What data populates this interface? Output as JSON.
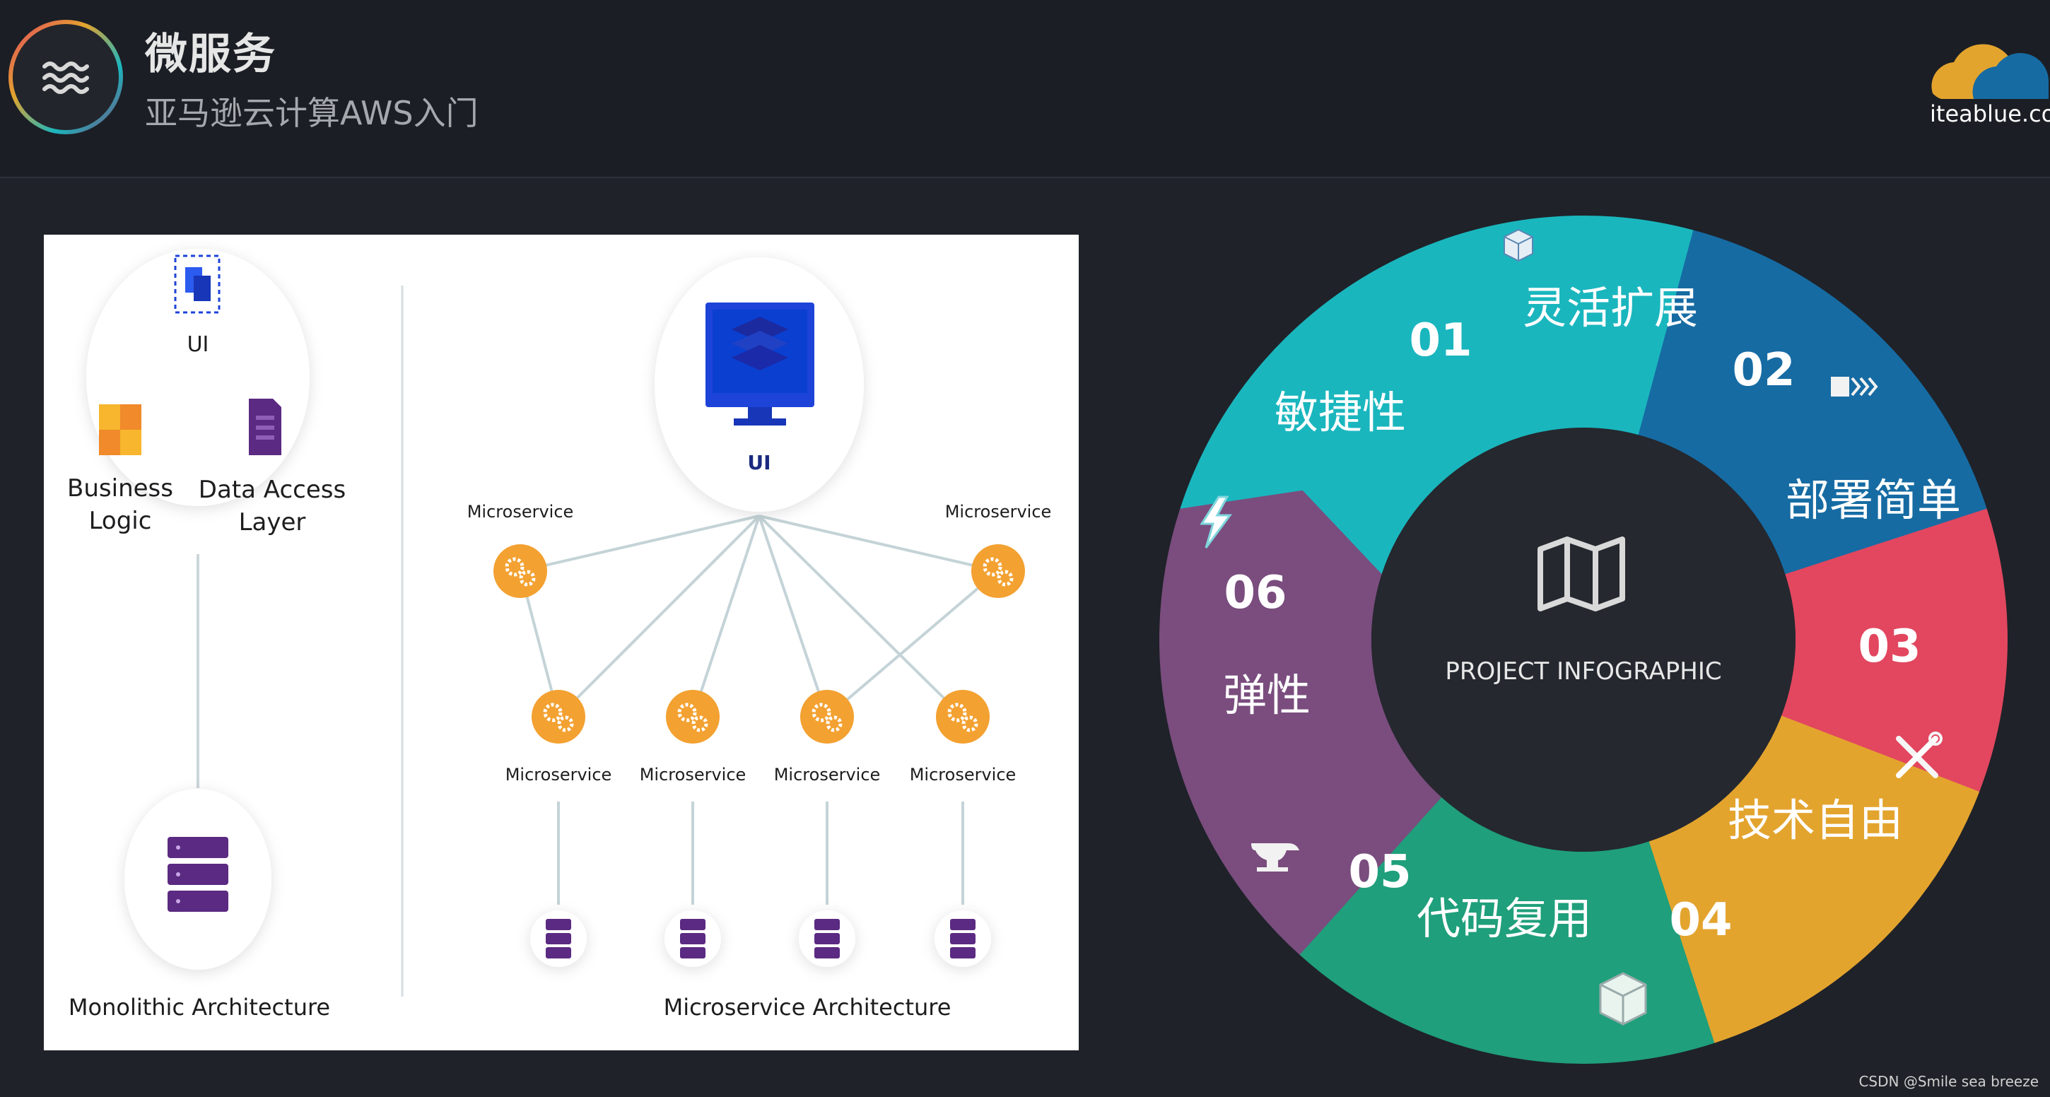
{
  "header": {
    "title": "微服务",
    "subtitle": "亚马逊云计算AWS入门",
    "brand": "iteablue.com",
    "logo_icon": "menu-waves-icon"
  },
  "monolithic": {
    "ui_label": "UI",
    "business_logic": [
      "Business",
      "Logic"
    ],
    "data_access": [
      "Data Access",
      "Layer"
    ],
    "caption": "Monolithic Architecture"
  },
  "microservice": {
    "ui_label": "UI",
    "service_label": "Microservice",
    "caption": "Microservice Architecture"
  },
  "infographic": {
    "center": "PROJECT INFOGRAPHIC",
    "segments": [
      {
        "num": "01",
        "label": "敏捷性",
        "color": "#1ab6be",
        "icon": "lightning-icon"
      },
      {
        "num": "02",
        "label": "灵活扩展",
        "color": "#166ba3",
        "icon": "cube-icon"
      },
      {
        "num": "03",
        "label": "部署简单",
        "color": "#e2475f",
        "icon": "forward-arrows-icon"
      },
      {
        "num": "04",
        "label": "技术自由",
        "color": "#e3a42e",
        "icon": "tools-icon"
      },
      {
        "num": "05",
        "label": "代码复用",
        "color": "#1f9f7b",
        "icon": "box-icon"
      },
      {
        "num": "06",
        "label": "弹性",
        "color": "#7a4d7e",
        "icon": "anvil-icon"
      }
    ]
  },
  "footer": {
    "credit": "CSDN @Smile sea breeze"
  }
}
